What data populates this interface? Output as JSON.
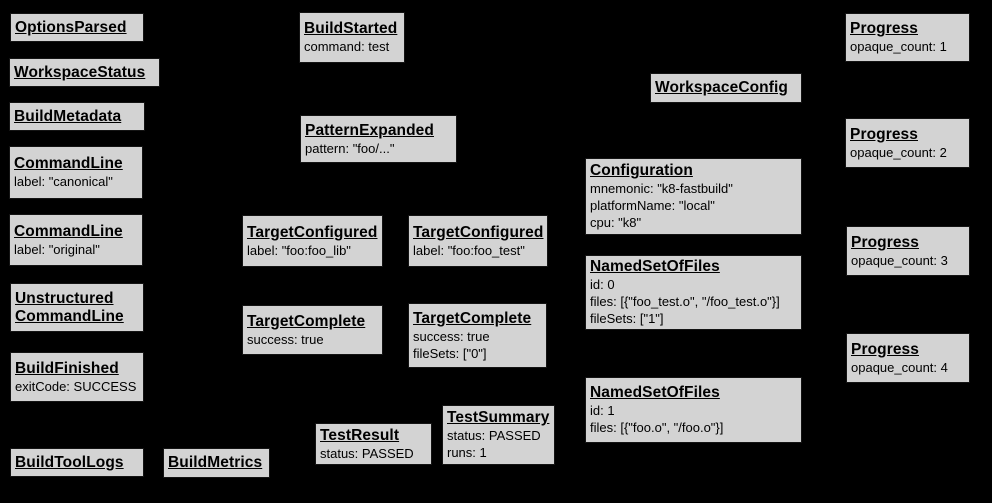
{
  "diagram": {
    "description": "Build event protocol graph of a successful test run",
    "colors": {
      "background": "#000000",
      "node_fill": "#d3d3d3",
      "node_border": "#141414",
      "text": "#000000"
    },
    "nodes": {
      "options_parsed": {
        "title": "OptionsParsed"
      },
      "workspace_status": {
        "title": "WorkspaceStatus"
      },
      "build_metadata": {
        "title": "BuildMetadata"
      },
      "command_line_canonical": {
        "title": "CommandLine",
        "lines": [
          "label: \"canonical\""
        ]
      },
      "command_line_original": {
        "title": "CommandLine",
        "lines": [
          "label: \"original\""
        ]
      },
      "unstructured_command_line": {
        "title": "Unstructured CommandLine"
      },
      "build_finished": {
        "title": "BuildFinished",
        "lines": [
          "exitCode: SUCCESS"
        ]
      },
      "build_tool_logs": {
        "title": "BuildToolLogs"
      },
      "build_metrics": {
        "title": "BuildMetrics"
      },
      "build_started": {
        "title": "BuildStarted",
        "lines": [
          "command: test"
        ]
      },
      "pattern_expanded": {
        "title": "PatternExpanded",
        "lines": [
          "pattern: \"foo/...\""
        ]
      },
      "target_configured_lib": {
        "title": "TargetConfigured",
        "lines": [
          "label: \"foo:foo_lib\""
        ]
      },
      "target_configured_test": {
        "title": "TargetConfigured",
        "lines": [
          "label: \"foo:foo_test\""
        ]
      },
      "target_complete_lib": {
        "title": "TargetComplete",
        "lines": [
          "success: true"
        ]
      },
      "target_complete_test": {
        "title": "TargetComplete",
        "lines": [
          "success: true",
          "fileSets: [\"0\"]"
        ]
      },
      "test_result": {
        "title": "TestResult",
        "lines": [
          "status: PASSED"
        ]
      },
      "test_summary": {
        "title": "TestSummary",
        "lines": [
          "status: PASSED",
          "runs: 1"
        ]
      },
      "workspace_config": {
        "title": "WorkspaceConfig"
      },
      "configuration": {
        "title": "Configuration",
        "lines": [
          "mnemonic: \"k8-fastbuild\"",
          "platformName: \"local\"",
          "cpu: \"k8\""
        ]
      },
      "named_set_of_files_0": {
        "title": "NamedSetOfFiles",
        "lines": [
          "id: 0",
          "files: [{\"foo_test.o\", \"/foo_test.o\"}]",
          "fileSets: [\"1\"]"
        ]
      },
      "named_set_of_files_1": {
        "title": "NamedSetOfFiles",
        "lines": [
          "id: 1",
          "files: [{\"foo.o\", \"/foo.o\"}]"
        ]
      },
      "progress_1": {
        "title": "Progress",
        "lines": [
          "opaque_count: 1"
        ]
      },
      "progress_2": {
        "title": "Progress",
        "lines": [
          "opaque_count: 2"
        ]
      },
      "progress_3": {
        "title": "Progress",
        "lines": [
          "opaque_count: 3"
        ]
      },
      "progress_4": {
        "title": "Progress",
        "lines": [
          "opaque_count: 4"
        ]
      }
    }
  }
}
